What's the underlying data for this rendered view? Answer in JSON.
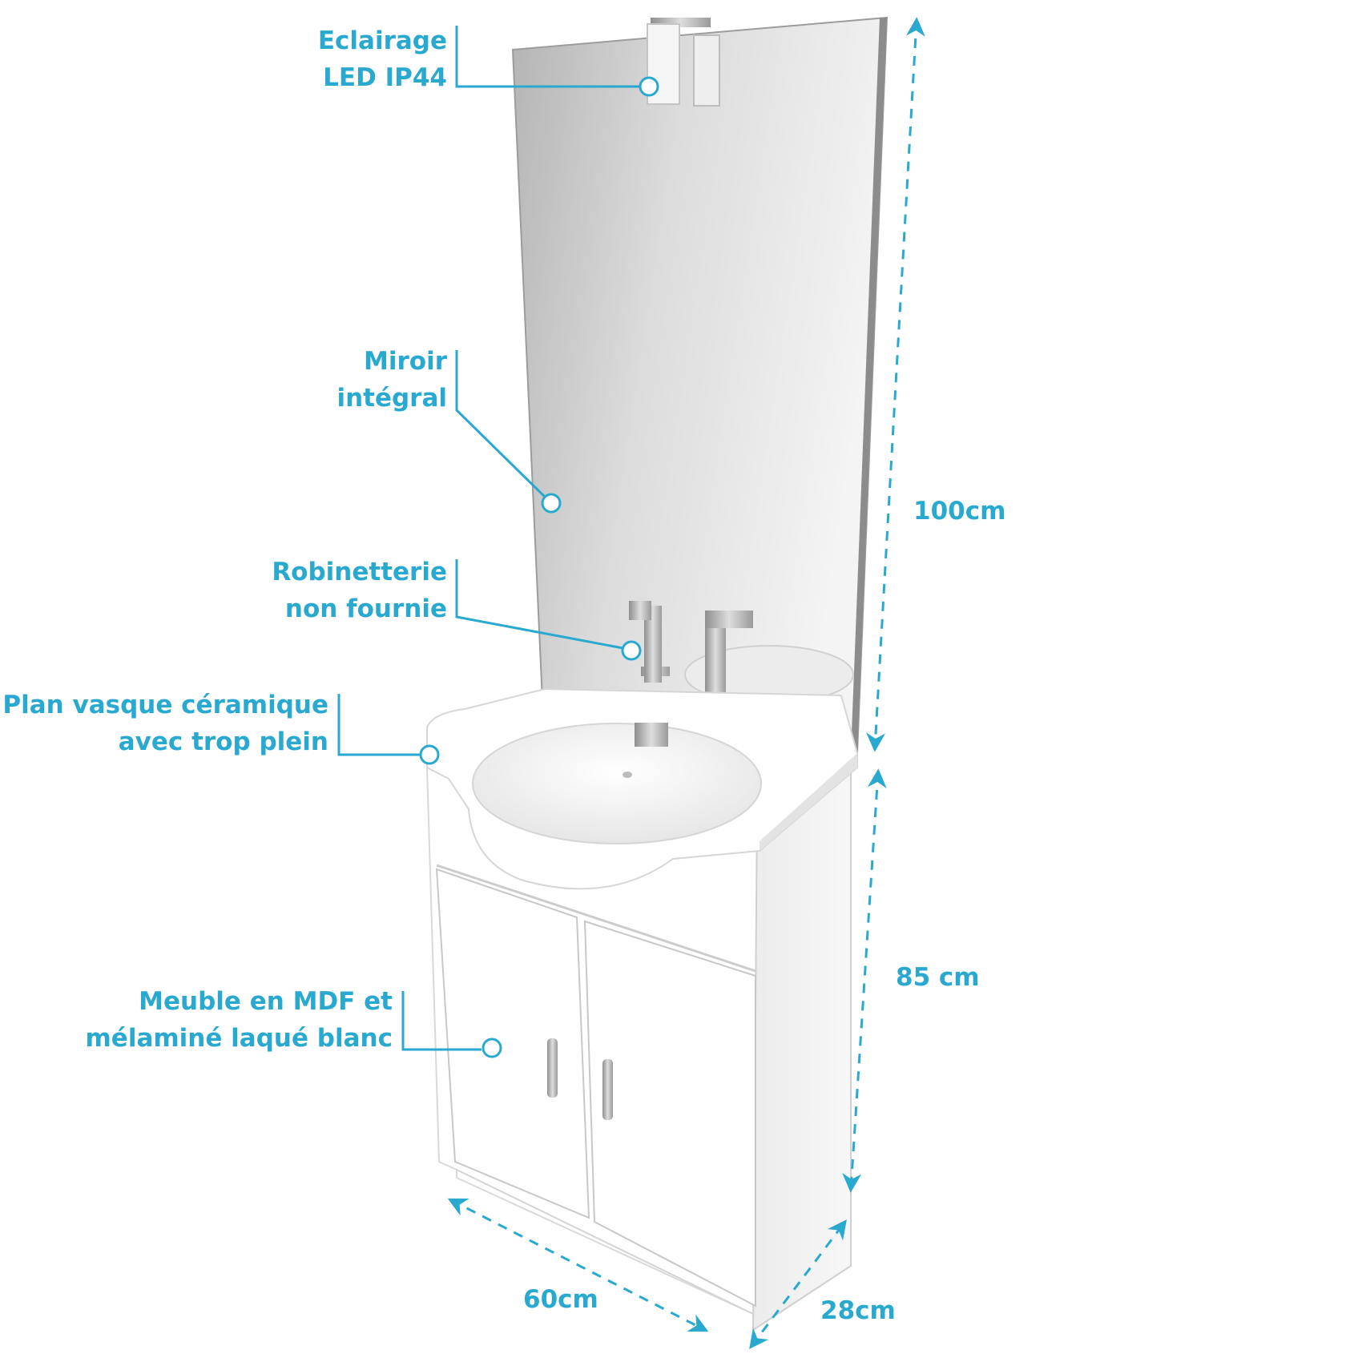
{
  "colors": {
    "accent": "#29a9d0",
    "cabinet": "#ffffff",
    "mirror_dark": "#b8b8b8",
    "mirror_light": "#f3f3f3",
    "chrome": "#a8a8a8"
  },
  "callouts": {
    "lighting": {
      "line1": "Eclairage",
      "line2": "LED IP44"
    },
    "mirror": {
      "line1": "Miroir",
      "line2": "intégral"
    },
    "faucet": {
      "line1": "Robinetterie",
      "line2": "non fournie"
    },
    "basin": {
      "line1": "Plan vasque céramique",
      "line2": "avec trop plein"
    },
    "cabinet": {
      "line1": "Meuble en MDF et",
      "line2": "mélaminé laqué blanc"
    }
  },
  "dimensions": {
    "mirror_height": "100cm",
    "cabinet_height": "85 cm",
    "width": "60cm",
    "depth": "28cm"
  }
}
